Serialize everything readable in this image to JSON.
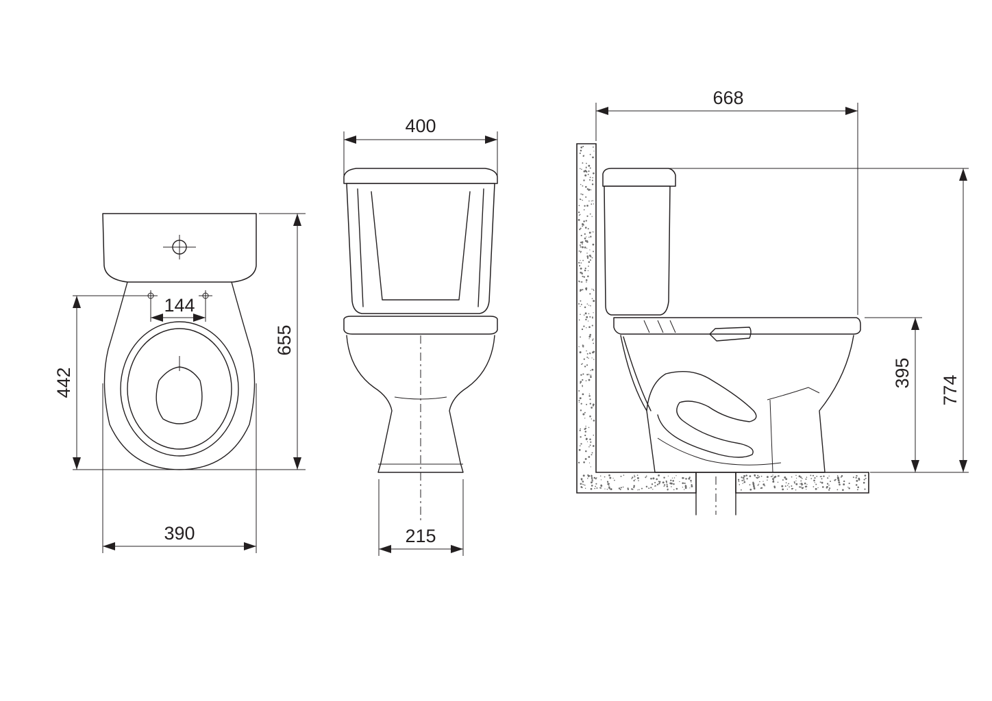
{
  "dimensions": {
    "top_view": {
      "overall_length": "655",
      "pan_length": "442",
      "fixing_holes": "144",
      "width": "390"
    },
    "front_view": {
      "cistern_width": "400",
      "base_width": "215"
    },
    "side_view": {
      "depth": "668",
      "pan_height": "395",
      "total_height": "774"
    }
  },
  "colors": {
    "line": "#231f20",
    "background": "#ffffff",
    "wall_fill": "#6b6b6b"
  }
}
